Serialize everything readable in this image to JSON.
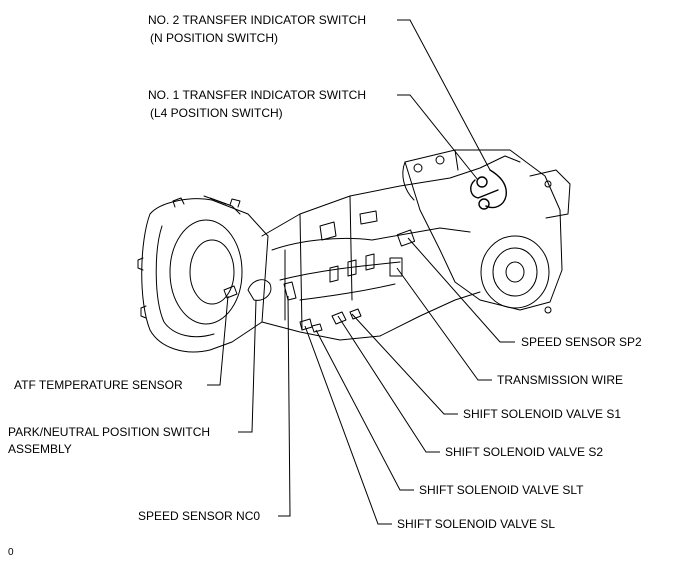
{
  "labels": {
    "no2_switch_line1": "NO. 2 TRANSFER INDICATOR SWITCH",
    "no2_switch_line2": "(N POSITION SWITCH)",
    "no1_switch_line1": "NO. 1 TRANSFER INDICATOR SWITCH",
    "no1_switch_line2": "(L4 POSITION SWITCH)",
    "speed_sensor_sp2": "SPEED SENSOR SP2",
    "transmission_wire": "TRANSMISSION WIRE",
    "shift_solenoid_s1": "SHIFT SOLENOID VALVE S1",
    "shift_solenoid_s2": "SHIFT SOLENOID VALVE S2",
    "shift_solenoid_slt": "SHIFT SOLENOID VALVE SLT",
    "shift_solenoid_sl": "SHIFT SOLENOID VALVE SL",
    "atf_temp_sensor": "ATF TEMPERATURE SENSOR",
    "park_neutral_line1": "PARK/NEUTRAL POSITION SWITCH",
    "park_neutral_line2": "ASSEMBLY",
    "speed_sensor_nc0": "SPEED SENSOR NC0",
    "figure_code": "0"
  },
  "colors": {
    "ink": "#000000",
    "paper": "#ffffff"
  }
}
